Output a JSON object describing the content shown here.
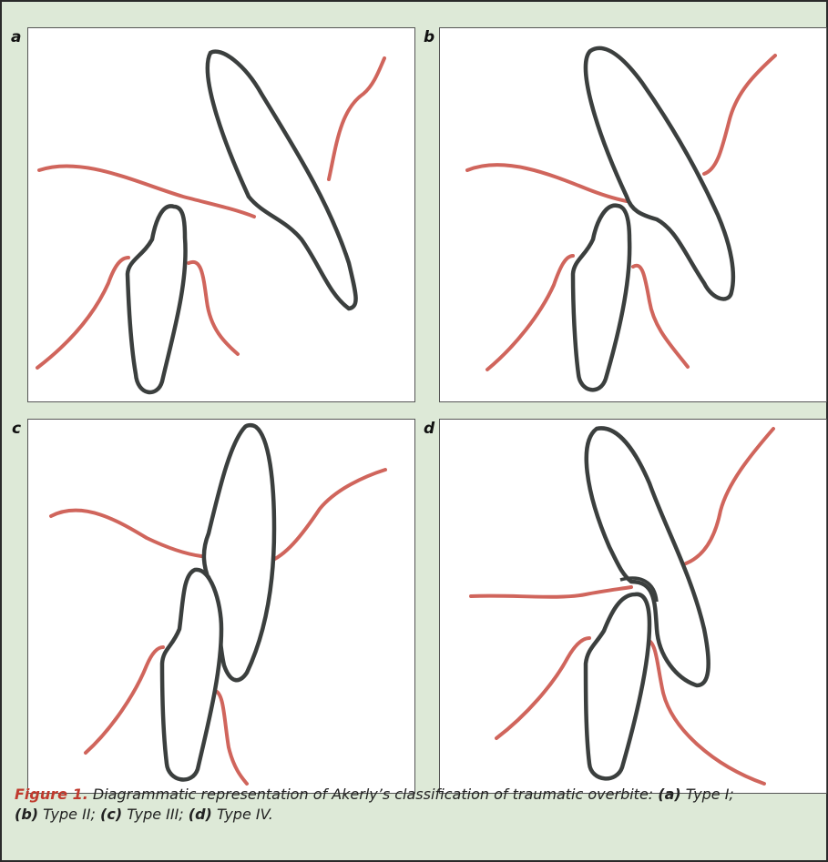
{
  "panels": [
    {
      "label": "a"
    },
    {
      "label": "b"
    },
    {
      "label": "c"
    },
    {
      "label": "d"
    }
  ],
  "caption": {
    "lead": "Figure 1.",
    "text1": " Diagrammatic representation of Akerly’s classification of traumatic overbite: ",
    "a_mark": "(a)",
    "a_text": " Type I; ",
    "b_mark": "(b)",
    "b_text": " Type II; ",
    "c_mark": "(c)",
    "c_text": " Type III; ",
    "d_mark": "(d)",
    "d_text": " Type IV."
  },
  "colors": {
    "background": "#dde9d7",
    "tooth_outline": "#3b3f3e",
    "gingiva": "#d0655c",
    "lead": "#c03a2e"
  }
}
